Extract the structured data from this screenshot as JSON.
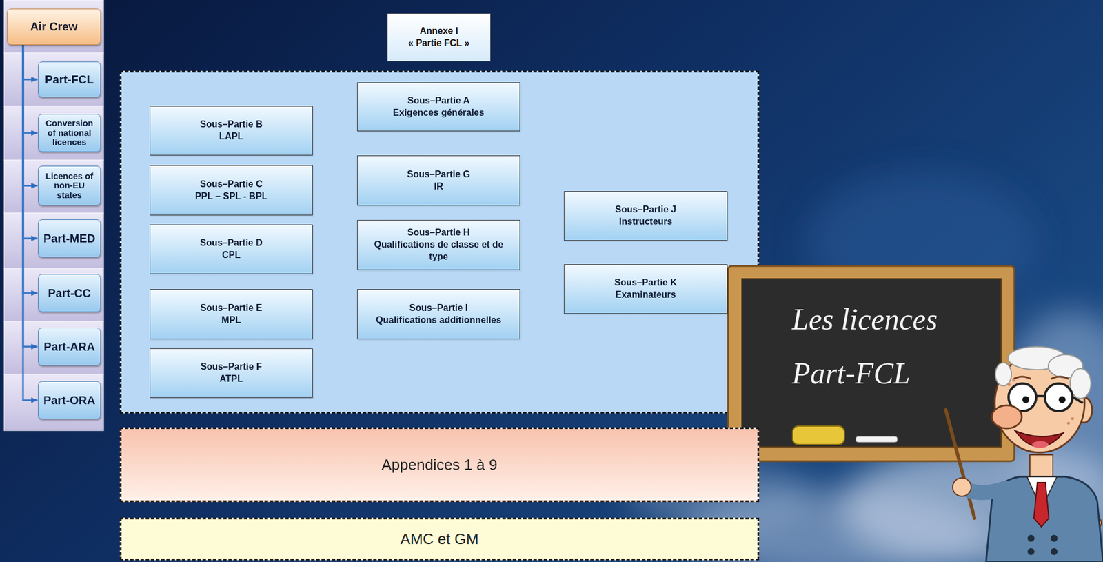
{
  "diagram": {
    "nodes": [
      {
        "text": [
          "Air Crew"
        ]
      },
      {
        "text": [
          "Part-FCL"
        ]
      },
      {
        "text": [
          "Conversion of national licences"
        ]
      },
      {
        "text": [
          "Licences of non-EU states"
        ]
      },
      {
        "text": [
          "Part-MED"
        ]
      },
      {
        "text": [
          "Part-CC"
        ]
      },
      {
        "text": [
          "Part-ARA"
        ]
      },
      {
        "text": [
          "Part-ORA"
        ]
      },
      {
        "text": [
          "Annexe I",
          "« Partie FCL »"
        ]
      },
      {
        "text": [
          "Sous–Partie A",
          "Exigences générales"
        ]
      },
      {
        "text": [
          "Sous–Partie B",
          "LAPL"
        ]
      },
      {
        "text": [
          "Sous–Partie C",
          "PPL – SPL - BPL"
        ]
      },
      {
        "text": [
          "Sous–Partie D",
          "CPL"
        ]
      },
      {
        "text": [
          "Sous–Partie E",
          "MPL"
        ]
      },
      {
        "text": [
          "Sous–Partie F",
          "ATPL"
        ]
      },
      {
        "text": [
          "Sous–Partie G",
          "IR"
        ]
      },
      {
        "text": [
          "Sous–Partie H",
          "Qualifications de classe et de type"
        ]
      },
      {
        "text": [
          "Sous–Partie I",
          "Qualifications additionnelles"
        ]
      },
      {
        "text": [
          "Sous–Partie J",
          "Instructeurs"
        ]
      },
      {
        "text": [
          "Sous–Partie K",
          "Examinateurs"
        ]
      },
      {
        "text": [
          "Appendices 1 à 9"
        ]
      },
      {
        "text": [
          "AMC et GM"
        ]
      },
      {
        "text": [
          "Les licences",
          "Part-FCL"
        ]
      }
    ],
    "edges": [
      {
        "from": 0,
        "to": 1,
        "arrow": "to"
      },
      {
        "from": 0,
        "to": 2,
        "arrow": "to"
      },
      {
        "from": 0,
        "to": 3,
        "arrow": "to"
      },
      {
        "from": 0,
        "to": 4,
        "arrow": "to"
      },
      {
        "from": 0,
        "to": 5,
        "arrow": "to"
      },
      {
        "from": 0,
        "to": 6,
        "arrow": "to"
      },
      {
        "from": 0,
        "to": 7,
        "arrow": "to"
      }
    ]
  }
}
